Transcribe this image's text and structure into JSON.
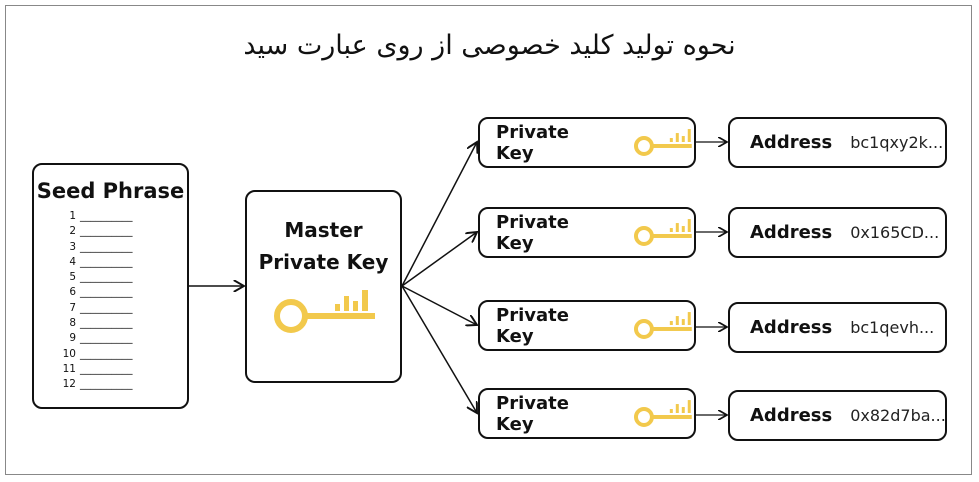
{
  "title": "نحوه تولید کلید خصوصی از روی عبارت سید",
  "seed": {
    "title": "Seed Phrase",
    "words": [
      {
        "n": "1",
        "blank": "__________"
      },
      {
        "n": "2",
        "blank": "__________"
      },
      {
        "n": "3",
        "blank": "__________"
      },
      {
        "n": "4",
        "blank": "__________"
      },
      {
        "n": "5",
        "blank": "__________"
      },
      {
        "n": "6",
        "blank": "__________"
      },
      {
        "n": "7",
        "blank": "__________"
      },
      {
        "n": "8",
        "blank": "__________"
      },
      {
        "n": "9",
        "blank": "__________"
      },
      {
        "n": "10",
        "blank": "__________"
      },
      {
        "n": "11",
        "blank": "__________"
      },
      {
        "n": "12",
        "blank": "__________"
      }
    ]
  },
  "master": {
    "line1": "Master",
    "line2": "Private Key"
  },
  "branches": [
    {
      "key": "Private Key",
      "address_label": "Address",
      "address": "bc1qxy2k..."
    },
    {
      "key": "Private Key",
      "address_label": "Address",
      "address": "0x165CD..."
    },
    {
      "key": "Private Key",
      "address_label": "Address",
      "address": "bc1qevh..."
    },
    {
      "key": "Private Key",
      "address_label": "Address",
      "address": "0x82d7ba..."
    }
  ],
  "colors": {
    "key": "#f2c94c",
    "stroke": "#111111"
  }
}
